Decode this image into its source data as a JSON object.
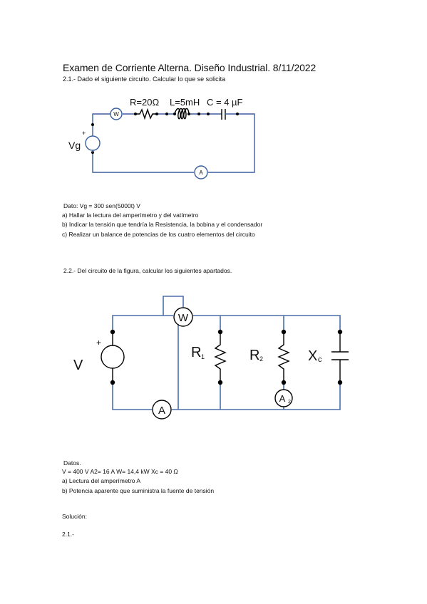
{
  "title": "Examen de Corriente Alterna. Diseño Industrial. 8/11/2022",
  "problem1": {
    "heading": "2.1.- Dado el siguiente circuito. Calcular lo que se solicita",
    "circuit": {
      "resistor_label": "R=20Ω",
      "inductor_label": "L=5mH",
      "capacitor_label": "C = 4 µF",
      "source_label": "Vg",
      "source_polarity": "+",
      "wattmeter_symbol": "W",
      "ammeter_symbol": "A"
    },
    "data": "Dato: Vg = 300 sen(5000t) V",
    "items": [
      "a) Hallar la lectura del amperímetro y del vatímetro",
      "b) Indicar la tensión que tendría la Resistencia, la bobina y el condensador",
      "c) Realizar un balance de potencias de los cuatro elementos del circuito"
    ]
  },
  "problem2": {
    "heading": "2.2.- Del circuito de la figura, calcular los siguientes apartados.",
    "circuit": {
      "source_label": "V",
      "source_polarity": "+",
      "wattmeter_symbol": "W",
      "ammeter_symbol": "A",
      "ammeter2_symbol": "A",
      "ammeter2_sub": "2",
      "r1_label": "R",
      "r1_sub": "1",
      "r2_label": "R",
      "r2_sub": "2",
      "xc_label": "X",
      "xc_sub": "c"
    },
    "data_heading": "Datos.",
    "data": "V = 400 V A2= 16 A W= 14,4 kW Xc = 40 Ω",
    "items": [
      "a) Lectura del amperímetro A",
      "b) Potencia aparente que suministra la fuente de tensión"
    ]
  },
  "solution": {
    "heading": "Solución:",
    "section": "2.1.-"
  }
}
